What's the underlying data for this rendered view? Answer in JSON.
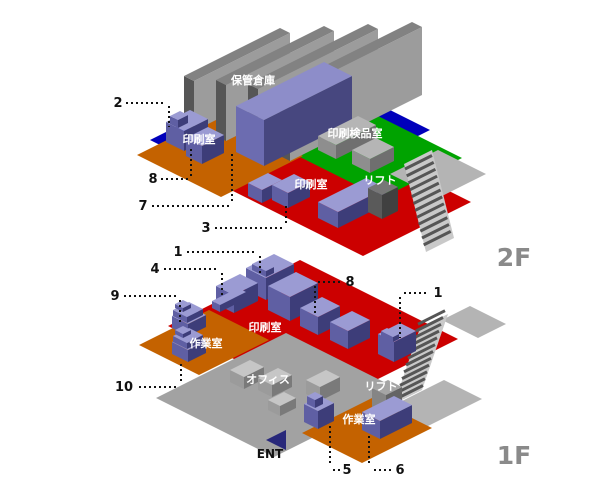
{
  "floors": {
    "f2": {
      "label": "2F",
      "rooms": {
        "storage": "保管倉庫",
        "print_left": "印刷室",
        "inspection": "印刷検品室",
        "print_main": "印刷室",
        "lift": "リフト"
      },
      "callouts": [
        "2",
        "8",
        "7",
        "3"
      ]
    },
    "f1": {
      "label": "1F",
      "rooms": {
        "print_main": "印刷室",
        "work_left": "作業室",
        "office": "オフィス",
        "lift": "リフト",
        "work_right": "作業室"
      },
      "callouts": [
        "1",
        "4",
        "9",
        "8",
        "1",
        "10",
        "5",
        "6"
      ],
      "entrance": "ENT"
    }
  },
  "colors": {
    "floor_orange": "#C46200",
    "floor_red": "#CC0000",
    "floor_green": "#00A300",
    "floor_blue": "#0000BB",
    "floor_gray": "#A2A2A2",
    "ramp_gray": "#B4B4B4",
    "stairs_bg": "#C9C9C9",
    "stairs_step": "#565656",
    "machine_top": "#9B9BD3",
    "machine_left": "#5F5FA3",
    "machine_right": "#3D3D79",
    "building_top": "#8D8DC9",
    "building_left": "#6C6CB0",
    "building_right": "#47477F",
    "entrance_navy": "#28287A",
    "floor_label_gray": "#8A8A8A",
    "callout_black": "#111111"
  }
}
